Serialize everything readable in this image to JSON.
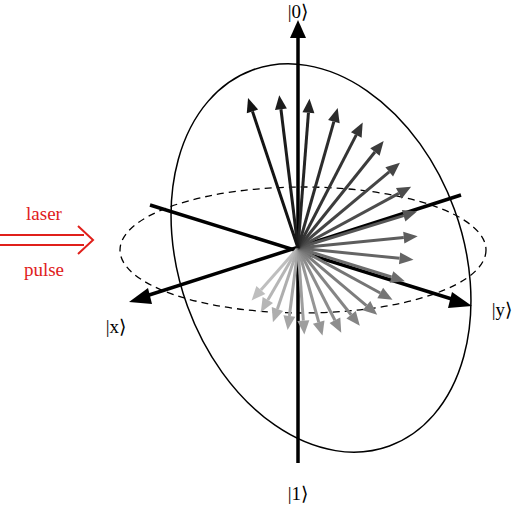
{
  "diagram": {
    "labels": [
      "|0⟩",
      "laser",
      "pulse",
      "|x⟩",
      "|y⟩",
      "|1⟩"
    ]
  }
}
